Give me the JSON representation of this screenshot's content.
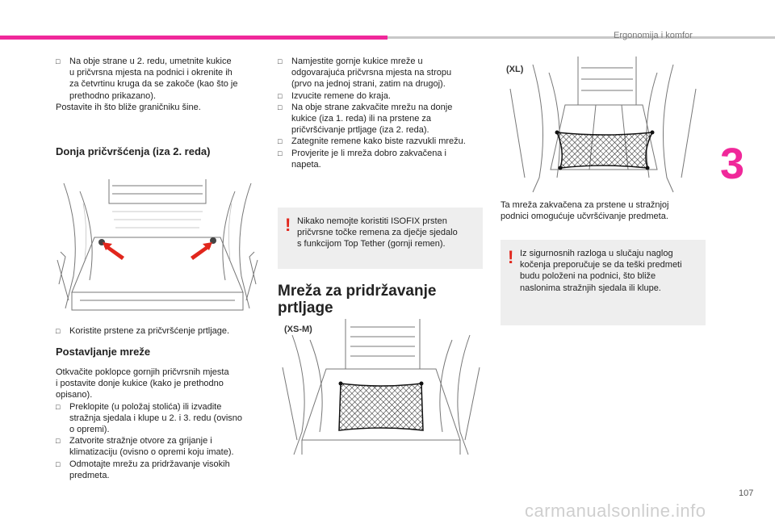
{
  "header": {
    "section_title": "Ergonomija i komfor",
    "chapter_number": "3",
    "page_number": "107"
  },
  "watermark": "carmanualsonline.info",
  "col1": {
    "intro_bullet_lines": [
      "Na obje strane u 2. redu, umetnite kukice",
      "u pričvrsna mjesta na podnici i okrenite ih",
      "za četvrtinu kruga da se zakoče (kao što je",
      "prethodno prikazano)."
    ],
    "intro_tail": "Postavite ih što bliže graničniku šine.",
    "heading_1": "Donja pričvršćenja (iza 2. reda)",
    "bullet_after_fig": "Koristite prstene za pričvršćenje prtljage.",
    "heading_2": "Postavljanje mreže",
    "para_lines": [
      "Otkvačite poklopce gornjih pričvrsnih mjesta",
      "i postavite donje kukice (kako je prethodno",
      "opisano)."
    ],
    "bullets": [
      {
        "lines": [
          "Preklopite (u položaj stolića) ili izvadite",
          "stražnja sjedala i klupe u 2. i 3. redu (ovisno",
          "o opremi)."
        ]
      },
      {
        "lines": [
          "Zatvorite stražnje otvore za grijanje i",
          "klimatizaciju (ovisno o opremi koju imate)."
        ]
      },
      {
        "lines": [
          "Odmotajte mrežu za pridržavanje visokih",
          "predmeta."
        ]
      }
    ]
  },
  "col2": {
    "bullets": [
      {
        "lines": [
          "Namjestite gornje kukice mreže u",
          "odgovarajuća pričvrsna mjesta na stropu",
          "(prvo na jednoj strani, zatim na drugoj)."
        ]
      },
      {
        "lines": [
          "Izvucite remene do kraja."
        ]
      },
      {
        "lines": [
          "Na obje strane zakvačite mrežu na donje",
          "kukice (iza 1. reda) ili na prstene za",
          "pričvršćivanje prtljage (iza 2. reda)."
        ]
      },
      {
        "lines": [
          "Zategnite remene kako biste razvukli mrežu."
        ]
      },
      {
        "lines": [
          "Provjerite je li mreža dobro zakvačena i",
          "napeta."
        ]
      }
    ],
    "warning_lines": [
      "Nikako nemojte koristiti ISOFIX prsten",
      "pričvrsne točke remena za dječje sjedalo",
      "s funkcijom Top Tether (gornji remen)."
    ],
    "heading_lines": [
      "Mreža za pridržavanje",
      "prtljage"
    ],
    "fig_label": "(XS-M)"
  },
  "col3": {
    "fig_label": "(XL)",
    "caption_lines": [
      "Ta mreža zakvačena za prstene u stražnjoj",
      "podnici omogućuje učvršćivanje predmeta."
    ],
    "warning_lines": [
      "Iz sigurnosnih razloga u slučaju naglog",
      "kočenja preporučuje se da teški predmeti",
      "budu položeni na podnici, što bliže",
      "naslonima stražnjih sjedala ili klupe."
    ]
  },
  "icons": {
    "bullet": "checkbox-bullet-icon",
    "warning": "exclamation-warning-icon"
  },
  "colors": {
    "accent": "#f0289a",
    "warning_mark": "#e1261c",
    "warning_bg": "#eeeeee",
    "arrow": "#e1261c"
  }
}
